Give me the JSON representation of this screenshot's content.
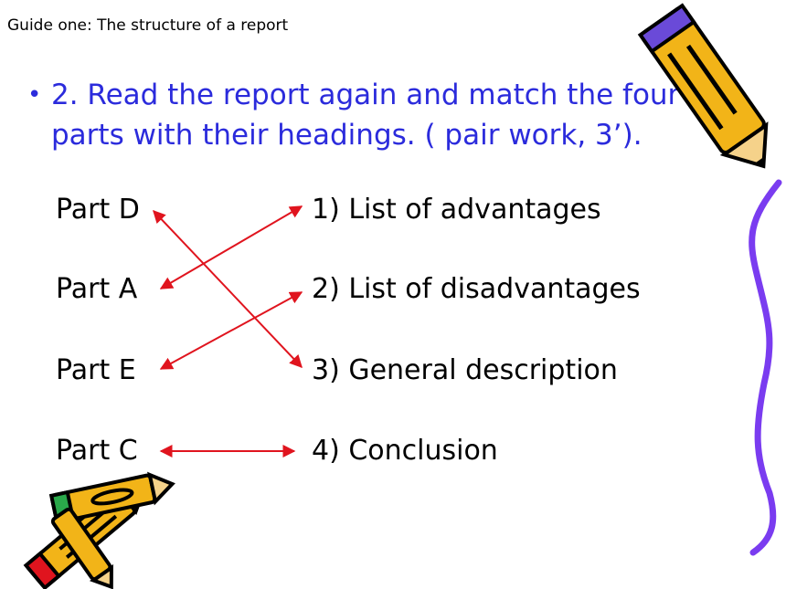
{
  "guide_title": "Guide one: The structure of a report",
  "instruction": "2. Read the report again and match the four parts with their headings. ( pair work, 3’).",
  "parts": [
    "Part D",
    "Part A",
    "Part E",
    "Part C"
  ],
  "headings": [
    "1) List of advantages",
    "2) List of disadvantages",
    "3) General description",
    "4) Conclusion"
  ],
  "colors": {
    "instruction_text": "#2b2bdc",
    "arrow": "#e0141e",
    "squiggle": "#7a3cf0",
    "pencil_body": "#f2b418",
    "pencil_outline": "#000000"
  },
  "icons": [
    "pencil-icon",
    "pencils-icon",
    "squiggle-decoration"
  ]
}
